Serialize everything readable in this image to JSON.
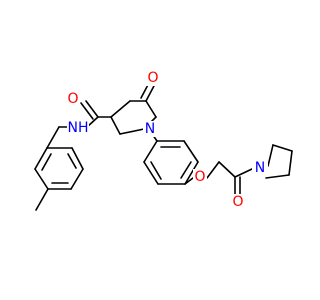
{
  "molecule": {
    "atoms": {
      "amide_oxygen": {
        "symbol": "O",
        "color": "#ff0000"
      },
      "amide_nitrogen": {
        "symbol": "NH",
        "color": "#0000ff"
      },
      "lactam_oxygen": {
        "symbol": "O",
        "color": "#ff0000"
      },
      "ring_nitrogen": {
        "symbol": "N",
        "color": "#0000ff"
      },
      "ether_oxygen": {
        "symbol": "O",
        "color": "#ff0000"
      },
      "ketone_oxygen": {
        "symbol": "O",
        "color": "#ff0000"
      },
      "pyrrolidine_nitrogen": {
        "symbol": "N",
        "color": "#0000ff"
      }
    },
    "bond_color": "#000000"
  }
}
